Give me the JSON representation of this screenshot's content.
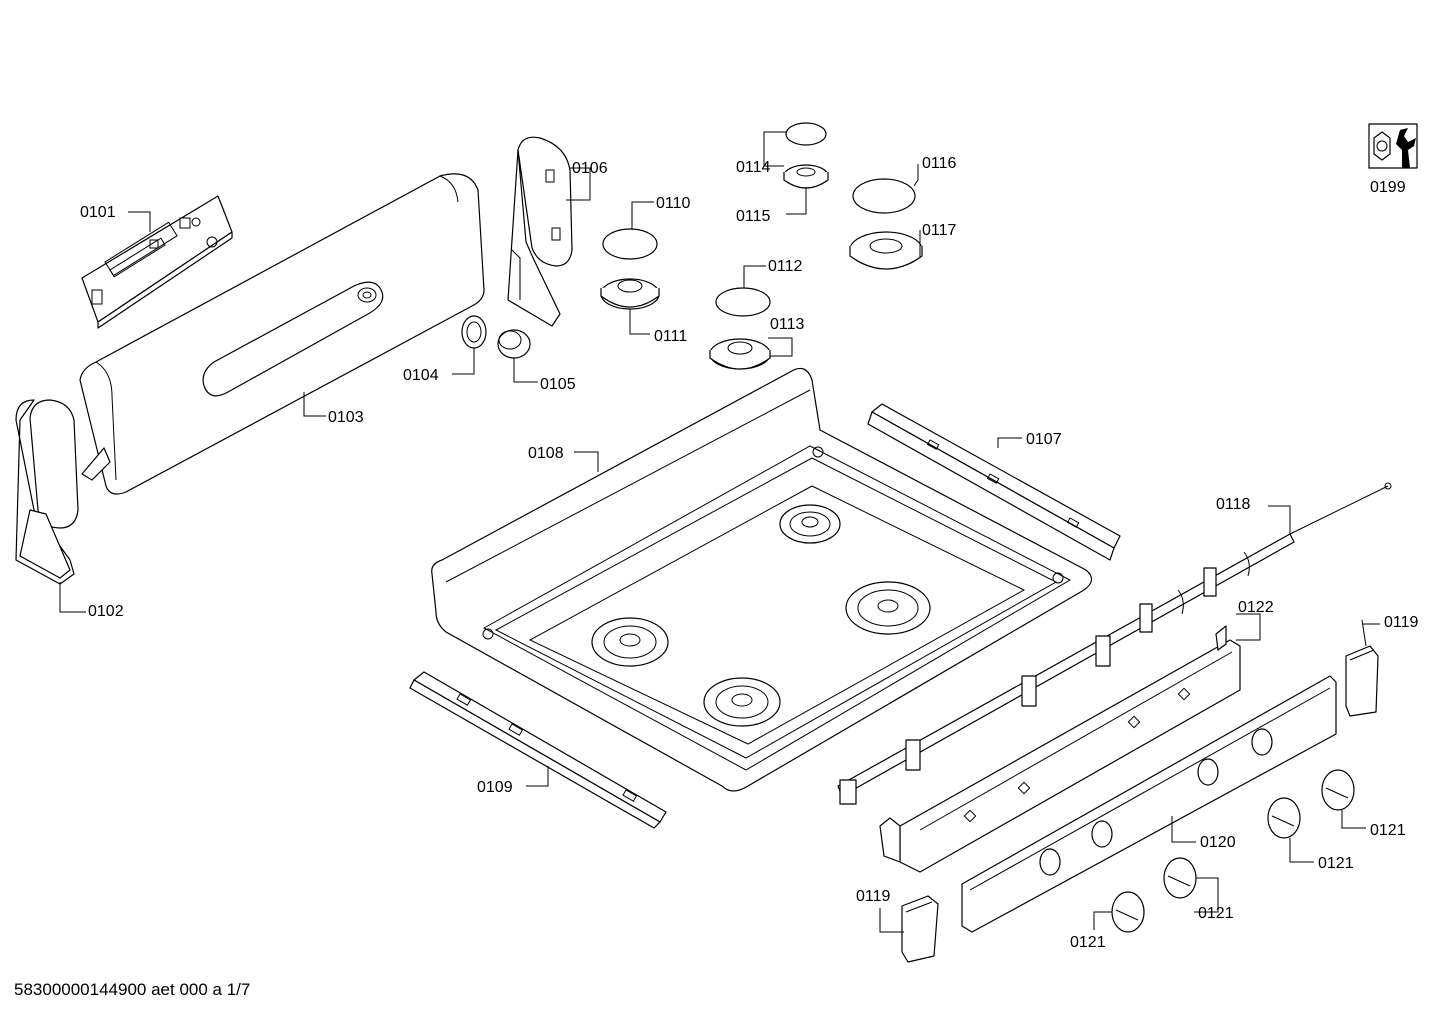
{
  "footer": {
    "document_code": "58300000144900 aet 000 a 1/7"
  },
  "icons": {
    "service": "wrench-nut-icon"
  },
  "parts": [
    {
      "id": "p0101",
      "label": "0101"
    },
    {
      "id": "p0102",
      "label": "0102"
    },
    {
      "id": "p0103",
      "label": "0103"
    },
    {
      "id": "p0104",
      "label": "0104"
    },
    {
      "id": "p0105",
      "label": "0105"
    },
    {
      "id": "p0106",
      "label": "0106"
    },
    {
      "id": "p0107",
      "label": "0107"
    },
    {
      "id": "p0108",
      "label": "0108"
    },
    {
      "id": "p0109",
      "label": "0109"
    },
    {
      "id": "p0110",
      "label": "0110"
    },
    {
      "id": "p0111",
      "label": "0111"
    },
    {
      "id": "p0112",
      "label": "0112"
    },
    {
      "id": "p0113",
      "label": "0113"
    },
    {
      "id": "p0114",
      "label": "0114"
    },
    {
      "id": "p0115",
      "label": "0115"
    },
    {
      "id": "p0116",
      "label": "0116"
    },
    {
      "id": "p0117",
      "label": "0117"
    },
    {
      "id": "p0118",
      "label": "0118"
    },
    {
      "id": "p0119a",
      "label": "0119"
    },
    {
      "id": "p0119b",
      "label": "0119"
    },
    {
      "id": "p0120",
      "label": "0120"
    },
    {
      "id": "p0121a",
      "label": "0121"
    },
    {
      "id": "p0121b",
      "label": "0121"
    },
    {
      "id": "p0121c",
      "label": "0121"
    },
    {
      "id": "p0121d",
      "label": "0121"
    },
    {
      "id": "p0122",
      "label": "0122"
    },
    {
      "id": "p0199",
      "label": "0199"
    }
  ]
}
